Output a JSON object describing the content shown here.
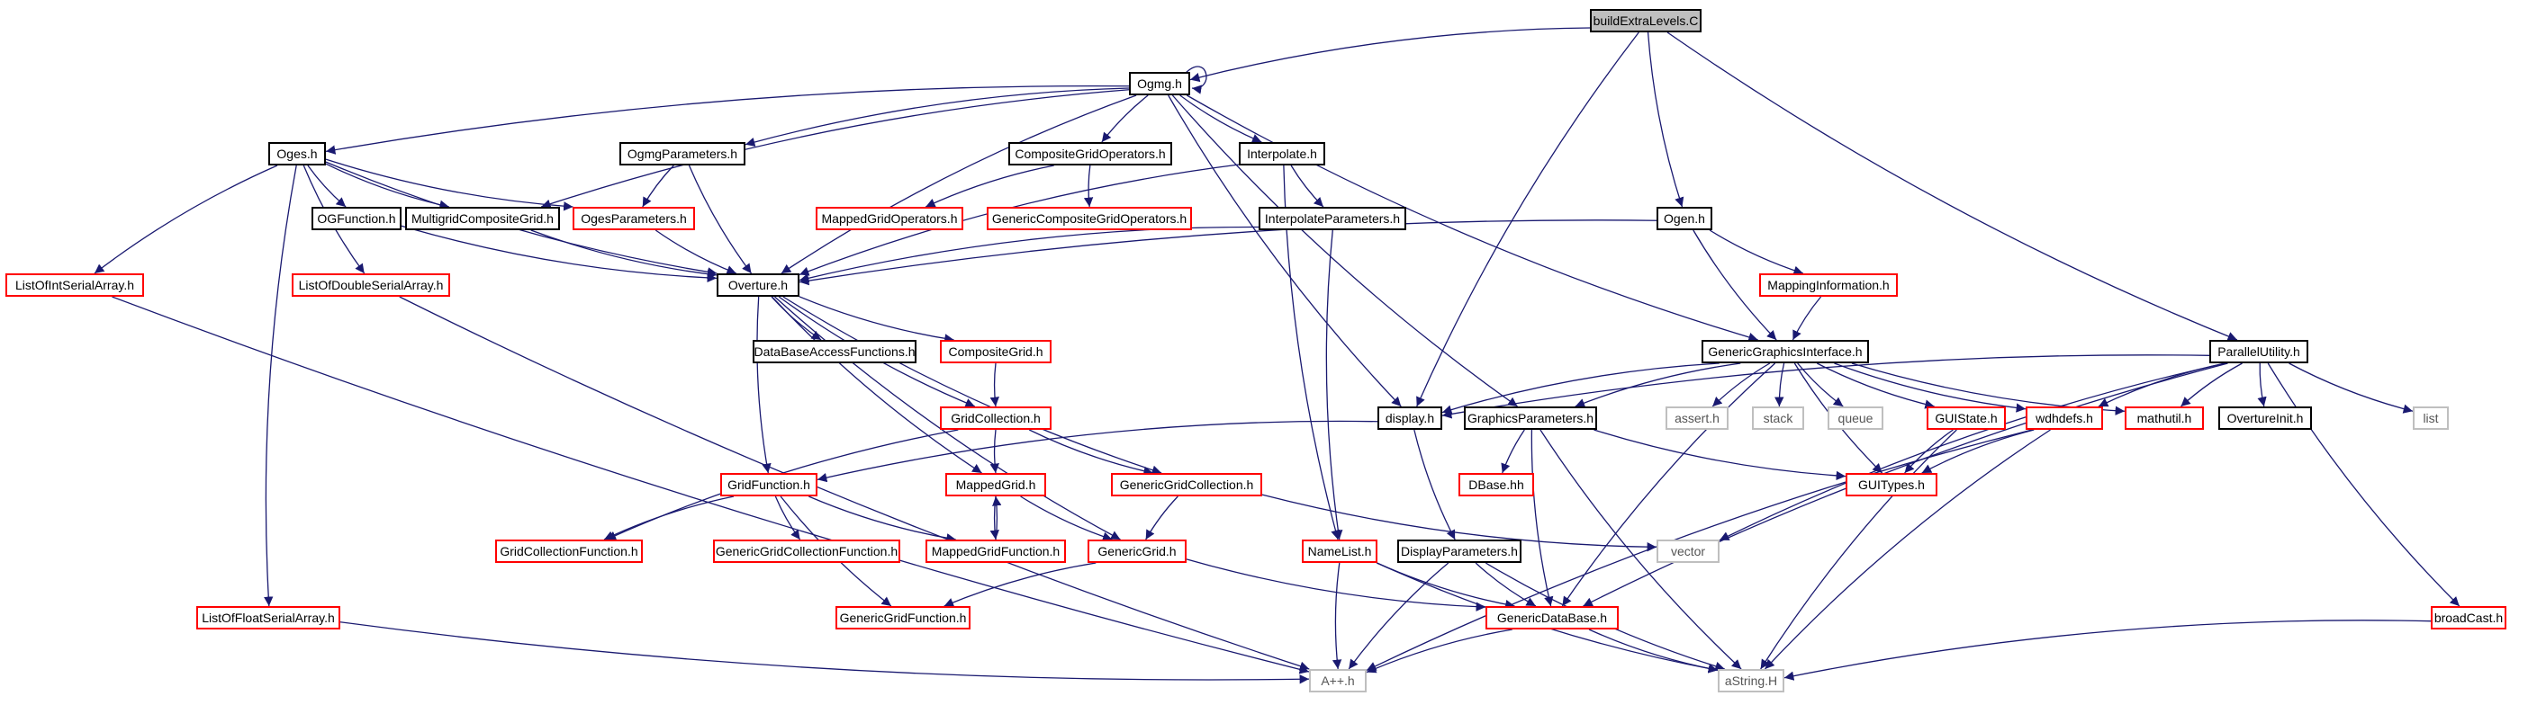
{
  "colors": {
    "edge": "#191970",
    "border_normal": "#000000",
    "border_missing": "#ff0000",
    "border_system": "#bfbfbf",
    "root_fill": "#bfbfbf"
  },
  "nodes": {
    "buildExtraLevels": {
      "label": "buildExtraLevels.C",
      "kind": "root"
    },
    "Ogmg": {
      "label": "Ogmg.h",
      "kind": "normal"
    },
    "Oges": {
      "label": "Oges.h",
      "kind": "normal"
    },
    "OgmgParameters": {
      "label": "OgmgParameters.h",
      "kind": "normal"
    },
    "CompositeGridOperators": {
      "label": "CompositeGridOperators.h",
      "kind": "normal"
    },
    "Interpolate": {
      "label": "Interpolate.h",
      "kind": "normal"
    },
    "Ogen": {
      "label": "Ogen.h",
      "kind": "normal"
    },
    "OGFunction": {
      "label": "OGFunction.h",
      "kind": "normal"
    },
    "MultigridCompositeGrid": {
      "label": "MultigridCompositeGrid.h",
      "kind": "normal"
    },
    "OgesParameters": {
      "label": "OgesParameters.h",
      "kind": "red"
    },
    "MappedGridOperators": {
      "label": "MappedGridOperators.h",
      "kind": "red"
    },
    "GenericCompositeGridOperators": {
      "label": "GenericCompositeGridOperators.h",
      "kind": "red"
    },
    "InterpolateParameters": {
      "label": "InterpolateParameters.h",
      "kind": "normal"
    },
    "MappingInformation": {
      "label": "MappingInformation.h",
      "kind": "red"
    },
    "ListOfIntSerialArray": {
      "label": "ListOfIntSerialArray.h",
      "kind": "red"
    },
    "ListOfDoubleSerialArray": {
      "label": "ListOfDoubleSerialArray.h",
      "kind": "red"
    },
    "Overture": {
      "label": "Overture.h",
      "kind": "normal"
    },
    "GenericGraphicsInterface": {
      "label": "GenericGraphicsInterface.h",
      "kind": "normal"
    },
    "ParallelUtility": {
      "label": "ParallelUtility.h",
      "kind": "normal"
    },
    "DataBaseAccessFunctions": {
      "label": "DataBaseAccessFunctions.h",
      "kind": "normal"
    },
    "CompositeGrid": {
      "label": "CompositeGrid.h",
      "kind": "red"
    },
    "display": {
      "label": "display.h",
      "kind": "normal"
    },
    "GraphicsParameters": {
      "label": "GraphicsParameters.h",
      "kind": "normal"
    },
    "assert": {
      "label": "assert.h",
      "kind": "gray"
    },
    "stack": {
      "label": "stack",
      "kind": "gray"
    },
    "queue": {
      "label": "queue",
      "kind": "gray"
    },
    "GUIState": {
      "label": "GUIState.h",
      "kind": "red"
    },
    "wdhdefs": {
      "label": "wdhdefs.h",
      "kind": "red"
    },
    "mathutil": {
      "label": "mathutil.h",
      "kind": "red"
    },
    "OvertureInit": {
      "label": "OvertureInit.h",
      "kind": "normal"
    },
    "list": {
      "label": "list",
      "kind": "gray"
    },
    "GridCollection": {
      "label": "GridCollection.h",
      "kind": "red"
    },
    "GridFunction": {
      "label": "GridFunction.h",
      "kind": "red"
    },
    "MappedGrid": {
      "label": "MappedGrid.h",
      "kind": "red"
    },
    "GenericGridCollection": {
      "label": "GenericGridCollection.h",
      "kind": "red"
    },
    "DBase": {
      "label": "DBase.hh",
      "kind": "red"
    },
    "GUITypes": {
      "label": "GUITypes.h",
      "kind": "red"
    },
    "GridCollectionFunction": {
      "label": "GridCollectionFunction.h",
      "kind": "red"
    },
    "GenericGridCollectionFunction": {
      "label": "GenericGridCollectionFunction.h",
      "kind": "red"
    },
    "MappedGridFunction": {
      "label": "MappedGridFunction.h",
      "kind": "red"
    },
    "GenericGrid": {
      "label": "GenericGrid.h",
      "kind": "red"
    },
    "NameList": {
      "label": "NameList.h",
      "kind": "red"
    },
    "DisplayParameters": {
      "label": "DisplayParameters.h",
      "kind": "normal"
    },
    "vector": {
      "label": "vector",
      "kind": "gray"
    },
    "ListOfFloatSerialArray": {
      "label": "ListOfFloatSerialArray.h",
      "kind": "red"
    },
    "GenericGridFunction": {
      "label": "GenericGridFunction.h",
      "kind": "red"
    },
    "GenericDataBase": {
      "label": "GenericDataBase.h",
      "kind": "red"
    },
    "broadCast": {
      "label": "broadCast.h",
      "kind": "red"
    },
    "App": {
      "label": "A++.h",
      "kind": "gray"
    },
    "aString": {
      "label": "aString.H",
      "kind": "gray"
    }
  },
  "edges": [
    [
      "buildExtraLevels",
      "Ogmg"
    ],
    [
      "buildExtraLevels",
      "Ogen"
    ],
    [
      "buildExtraLevels",
      "display"
    ],
    [
      "buildExtraLevels",
      "ParallelUtility"
    ],
    [
      "Ogmg",
      "Ogmg"
    ],
    [
      "Ogmg",
      "Oges"
    ],
    [
      "Ogmg",
      "OgmgParameters"
    ],
    [
      "Ogmg",
      "CompositeGridOperators"
    ],
    [
      "Ogmg",
      "Interpolate"
    ],
    [
      "Ogmg",
      "MultigridCompositeGrid"
    ],
    [
      "Ogmg",
      "Overture"
    ],
    [
      "Ogmg",
      "display"
    ],
    [
      "Ogmg",
      "GraphicsParameters"
    ],
    [
      "Ogmg",
      "GenericGraphicsInterface"
    ],
    [
      "Oges",
      "OGFunction"
    ],
    [
      "Oges",
      "MultigridCompositeGrid"
    ],
    [
      "Oges",
      "OgesParameters"
    ],
    [
      "Oges",
      "ListOfIntSerialArray"
    ],
    [
      "Oges",
      "ListOfDoubleSerialArray"
    ],
    [
      "Oges",
      "ListOfFloatSerialArray"
    ],
    [
      "Oges",
      "Overture"
    ],
    [
      "OgmgParameters",
      "OgesParameters"
    ],
    [
      "OgmgParameters",
      "Overture"
    ],
    [
      "CompositeGridOperators",
      "MappedGridOperators"
    ],
    [
      "CompositeGridOperators",
      "GenericCompositeGridOperators"
    ],
    [
      "Interpolate",
      "InterpolateParameters"
    ],
    [
      "Interpolate",
      "Overture"
    ],
    [
      "Interpolate",
      "NameList"
    ],
    [
      "InterpolateParameters",
      "Overture"
    ],
    [
      "InterpolateParameters",
      "NameList"
    ],
    [
      "OGFunction",
      "Overture"
    ],
    [
      "MultigridCompositeGrid",
      "Overture"
    ],
    [
      "OgesParameters",
      "Overture"
    ],
    [
      "Ogen",
      "Overture"
    ],
    [
      "Ogen",
      "MappingInformation"
    ],
    [
      "Ogen",
      "GenericGraphicsInterface"
    ],
    [
      "MappingInformation",
      "GenericGraphicsInterface"
    ],
    [
      "ListOfIntSerialArray",
      "App"
    ],
    [
      "ListOfDoubleSerialArray",
      "App"
    ],
    [
      "ListOfFloatSerialArray",
      "App"
    ],
    [
      "Overture",
      "DataBaseAccessFunctions"
    ],
    [
      "Overture",
      "CompositeGrid"
    ],
    [
      "Overture",
      "GridFunction"
    ],
    [
      "Overture",
      "MappedGrid"
    ],
    [
      "Overture",
      "GenericGridCollection"
    ],
    [
      "Overture",
      "GenericGrid"
    ],
    [
      "Overture",
      "GridCollection"
    ],
    [
      "CompositeGrid",
      "GridCollection"
    ],
    [
      "GridCollection",
      "MappedGrid"
    ],
    [
      "GridCollection",
      "GenericGridCollection"
    ],
    [
      "GridCollection",
      "GridCollectionFunction"
    ],
    [
      "GridFunction",
      "GridCollectionFunction"
    ],
    [
      "GridFunction",
      "GenericGridCollectionFunction"
    ],
    [
      "GridFunction",
      "MappedGridFunction"
    ],
    [
      "GridFunction",
      "GenericGridFunction"
    ],
    [
      "MappedGrid",
      "MappedGridFunction"
    ],
    [
      "MappedGridFunction",
      "MappedGrid"
    ],
    [
      "MappedGrid",
      "GenericGrid"
    ],
    [
      "GenericGridCollection",
      "GenericGrid"
    ],
    [
      "GenericGridCollection",
      "vector"
    ],
    [
      "GenericGrid",
      "GenericGridFunction"
    ],
    [
      "GenericGrid",
      "GenericDataBase"
    ],
    [
      "GenericGraphicsInterface",
      "display"
    ],
    [
      "GenericGraphicsInterface",
      "GraphicsParameters"
    ],
    [
      "GenericGraphicsInterface",
      "assert"
    ],
    [
      "GenericGraphicsInterface",
      "stack"
    ],
    [
      "GenericGraphicsInterface",
      "queue"
    ],
    [
      "GenericGraphicsInterface",
      "GUIState"
    ],
    [
      "GenericGraphicsInterface",
      "wdhdefs"
    ],
    [
      "GenericGraphicsInterface",
      "mathutil"
    ],
    [
      "GenericGraphicsInterface",
      "GUITypes"
    ],
    [
      "GenericGraphicsInterface",
      "GenericDataBase"
    ],
    [
      "ParallelUtility",
      "display"
    ],
    [
      "ParallelUtility",
      "wdhdefs"
    ],
    [
      "ParallelUtility",
      "mathutil"
    ],
    [
      "ParallelUtility",
      "OvertureInit"
    ],
    [
      "ParallelUtility",
      "list"
    ],
    [
      "ParallelUtility",
      "vector"
    ],
    [
      "ParallelUtility",
      "GenericDataBase"
    ],
    [
      "ParallelUtility",
      "broadCast"
    ],
    [
      "display",
      "GridFunction"
    ],
    [
      "display",
      "DisplayParameters"
    ],
    [
      "GraphicsParameters",
      "DBase"
    ],
    [
      "GraphicsParameters",
      "GenericDataBase"
    ],
    [
      "GraphicsParameters",
      "GUITypes"
    ],
    [
      "GraphicsParameters",
      "aString"
    ],
    [
      "GUIState",
      "GUITypes"
    ],
    [
      "GUIState",
      "aString"
    ],
    [
      "wdhdefs",
      "GUITypes"
    ],
    [
      "wdhdefs",
      "App"
    ],
    [
      "wdhdefs",
      "aString"
    ],
    [
      "NameList",
      "GenericDataBase"
    ],
    [
      "NameList",
      "App"
    ],
    [
      "NameList",
      "aString"
    ],
    [
      "DisplayParameters",
      "GenericDataBase"
    ],
    [
      "DisplayParameters",
      "App"
    ],
    [
      "DisplayParameters",
      "aString"
    ],
    [
      "GenericDataBase",
      "App"
    ],
    [
      "GenericDataBase",
      "aString"
    ],
    [
      "broadCast",
      "aString"
    ]
  ]
}
